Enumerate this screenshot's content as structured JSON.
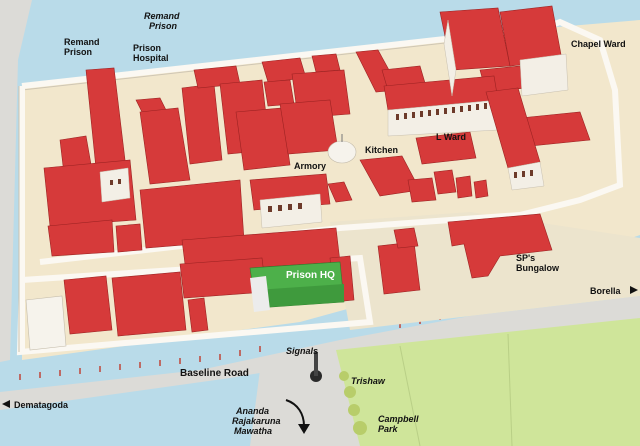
{
  "labels": {
    "remand_prison_italic": "Remand\nPrison",
    "remand_prison": "Remand\nPrison",
    "prison_hospital": "Prison\nHospital",
    "chapel_ward": "Chapel Ward",
    "l_ward": "L Ward",
    "kitchen": "Kitchen",
    "armory": "Armory",
    "prison_hq": "Prison HQ",
    "sps_bungalow": "SP's\nBungalow",
    "signals": "Signals",
    "trishaw": "Trishaw",
    "campbell_park": "Campbell\nPark",
    "baseline_road": "Baseline Road",
    "borella": "Borella",
    "dematagoda": "Dematagoda",
    "ananda_rajakaruna_mawatha": "Ananda\nRajakaruna\nMawatha"
  },
  "colors": {
    "water": "#b9dbe9",
    "ground": "#f2e7cc",
    "wall": "#f4f1ea",
    "roof": "#d63a3a",
    "hq_roof": "#4db04a",
    "park": "#cfe59a",
    "road": "#dbdad6",
    "road_marks": "#c0392b"
  }
}
